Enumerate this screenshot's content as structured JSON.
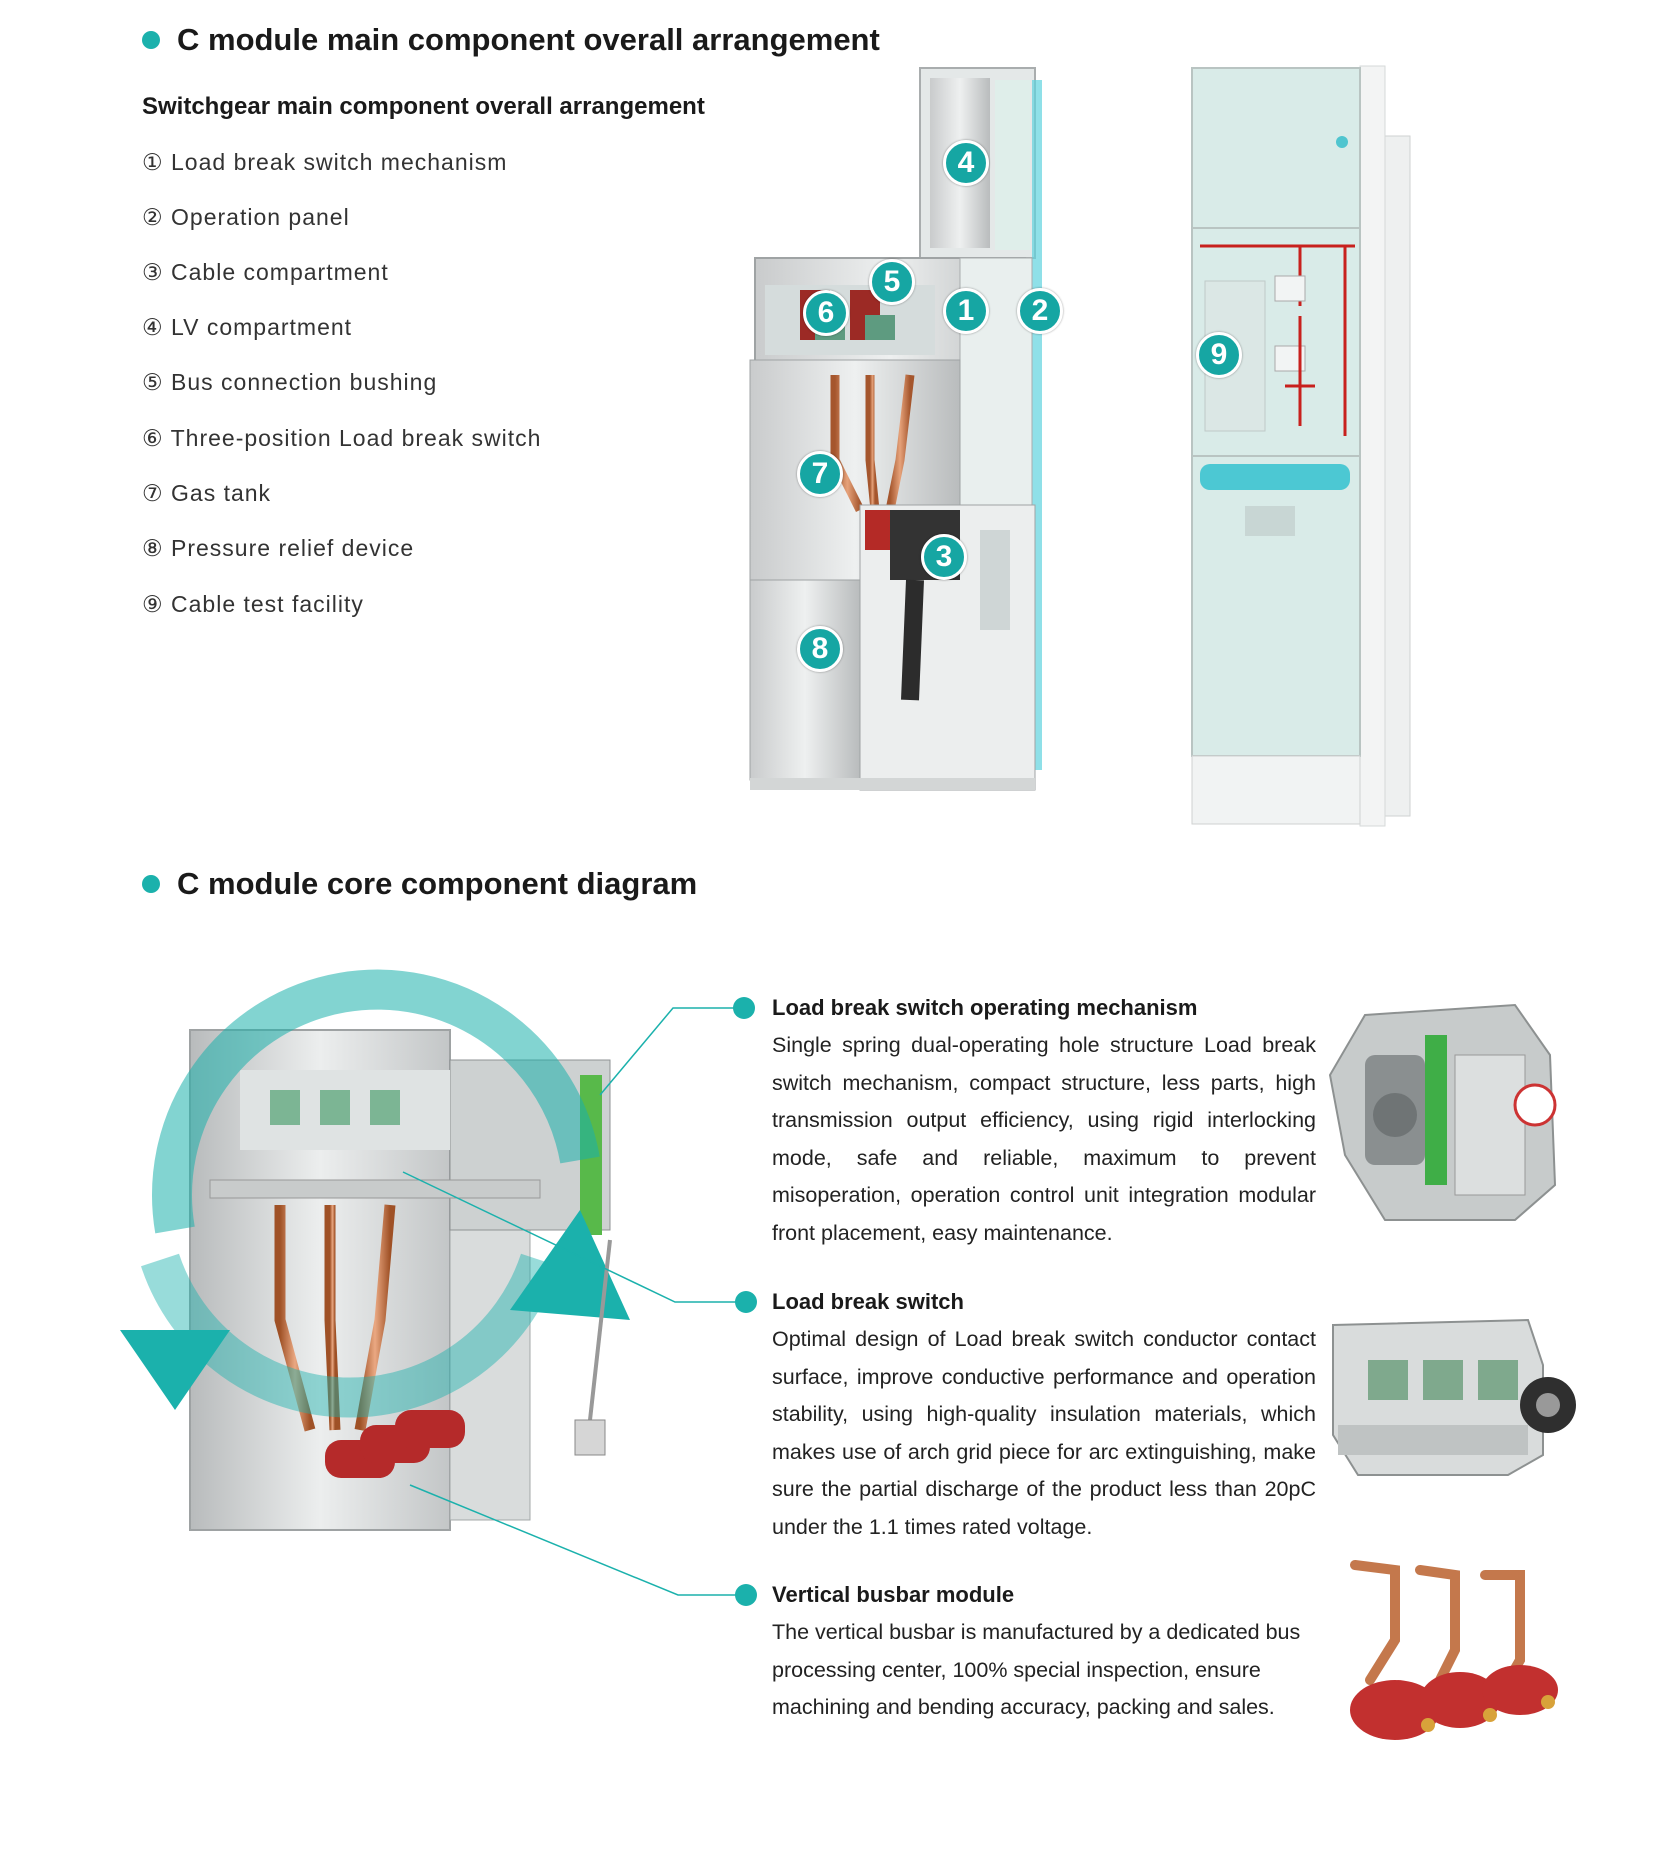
{
  "section1": {
    "title": "C module main component overall arrangement",
    "subtitle": "Switchgear main component overall arrangement",
    "items": [
      {
        "marker": "①",
        "label": "Load break switch mechanism"
      },
      {
        "marker": "②",
        "label": "Operation panel"
      },
      {
        "marker": "③",
        "label": "Cable compartment"
      },
      {
        "marker": "④",
        "label": "LV compartment"
      },
      {
        "marker": "⑤",
        "label": "Bus connection bushing"
      },
      {
        "marker": "⑥",
        "label": "Three-position Load break switch"
      },
      {
        "marker": "⑦",
        "label": "Gas tank"
      },
      {
        "marker": "⑧",
        "label": "Pressure relief device"
      },
      {
        "marker": "⑨",
        "label": "Cable test facility"
      }
    ],
    "badges": [
      "4",
      "5",
      "6",
      "1",
      "2",
      "7",
      "3",
      "8",
      "9"
    ]
  },
  "section2": {
    "title": "C module core component diagram",
    "features": [
      {
        "title": "Load break switch operating mechanism",
        "body": "Single spring dual-operating hole structure Load break switch mechanism, compact structure, less parts, high transmission output efficiency, using rigid interlocking mode, safe and reliable, maximum to prevent misoperation, operation control unit integration modular front placement, easy maintenance."
      },
      {
        "title": "Load break switch",
        "body": "Optimal design of Load break switch conductor contact surface, improve conductive performance and operation stability, using high-quality insulation materials, which makes use of arch grid piece for arc extinguishing, make sure the partial discharge of the product less than 20pC under the 1.1 times rated voltage."
      },
      {
        "title": "Vertical busbar module",
        "body": "The vertical busbar is manufactured by a dedicated bus processing center, 100% special inspection, ensure machining and bending accuracy, packing and sales."
      }
    ]
  },
  "colors": {
    "accent": "#1bb1ac",
    "panel": "#d9ebe8",
    "copper": "#c8784a",
    "insulator": "#b52a2a"
  }
}
